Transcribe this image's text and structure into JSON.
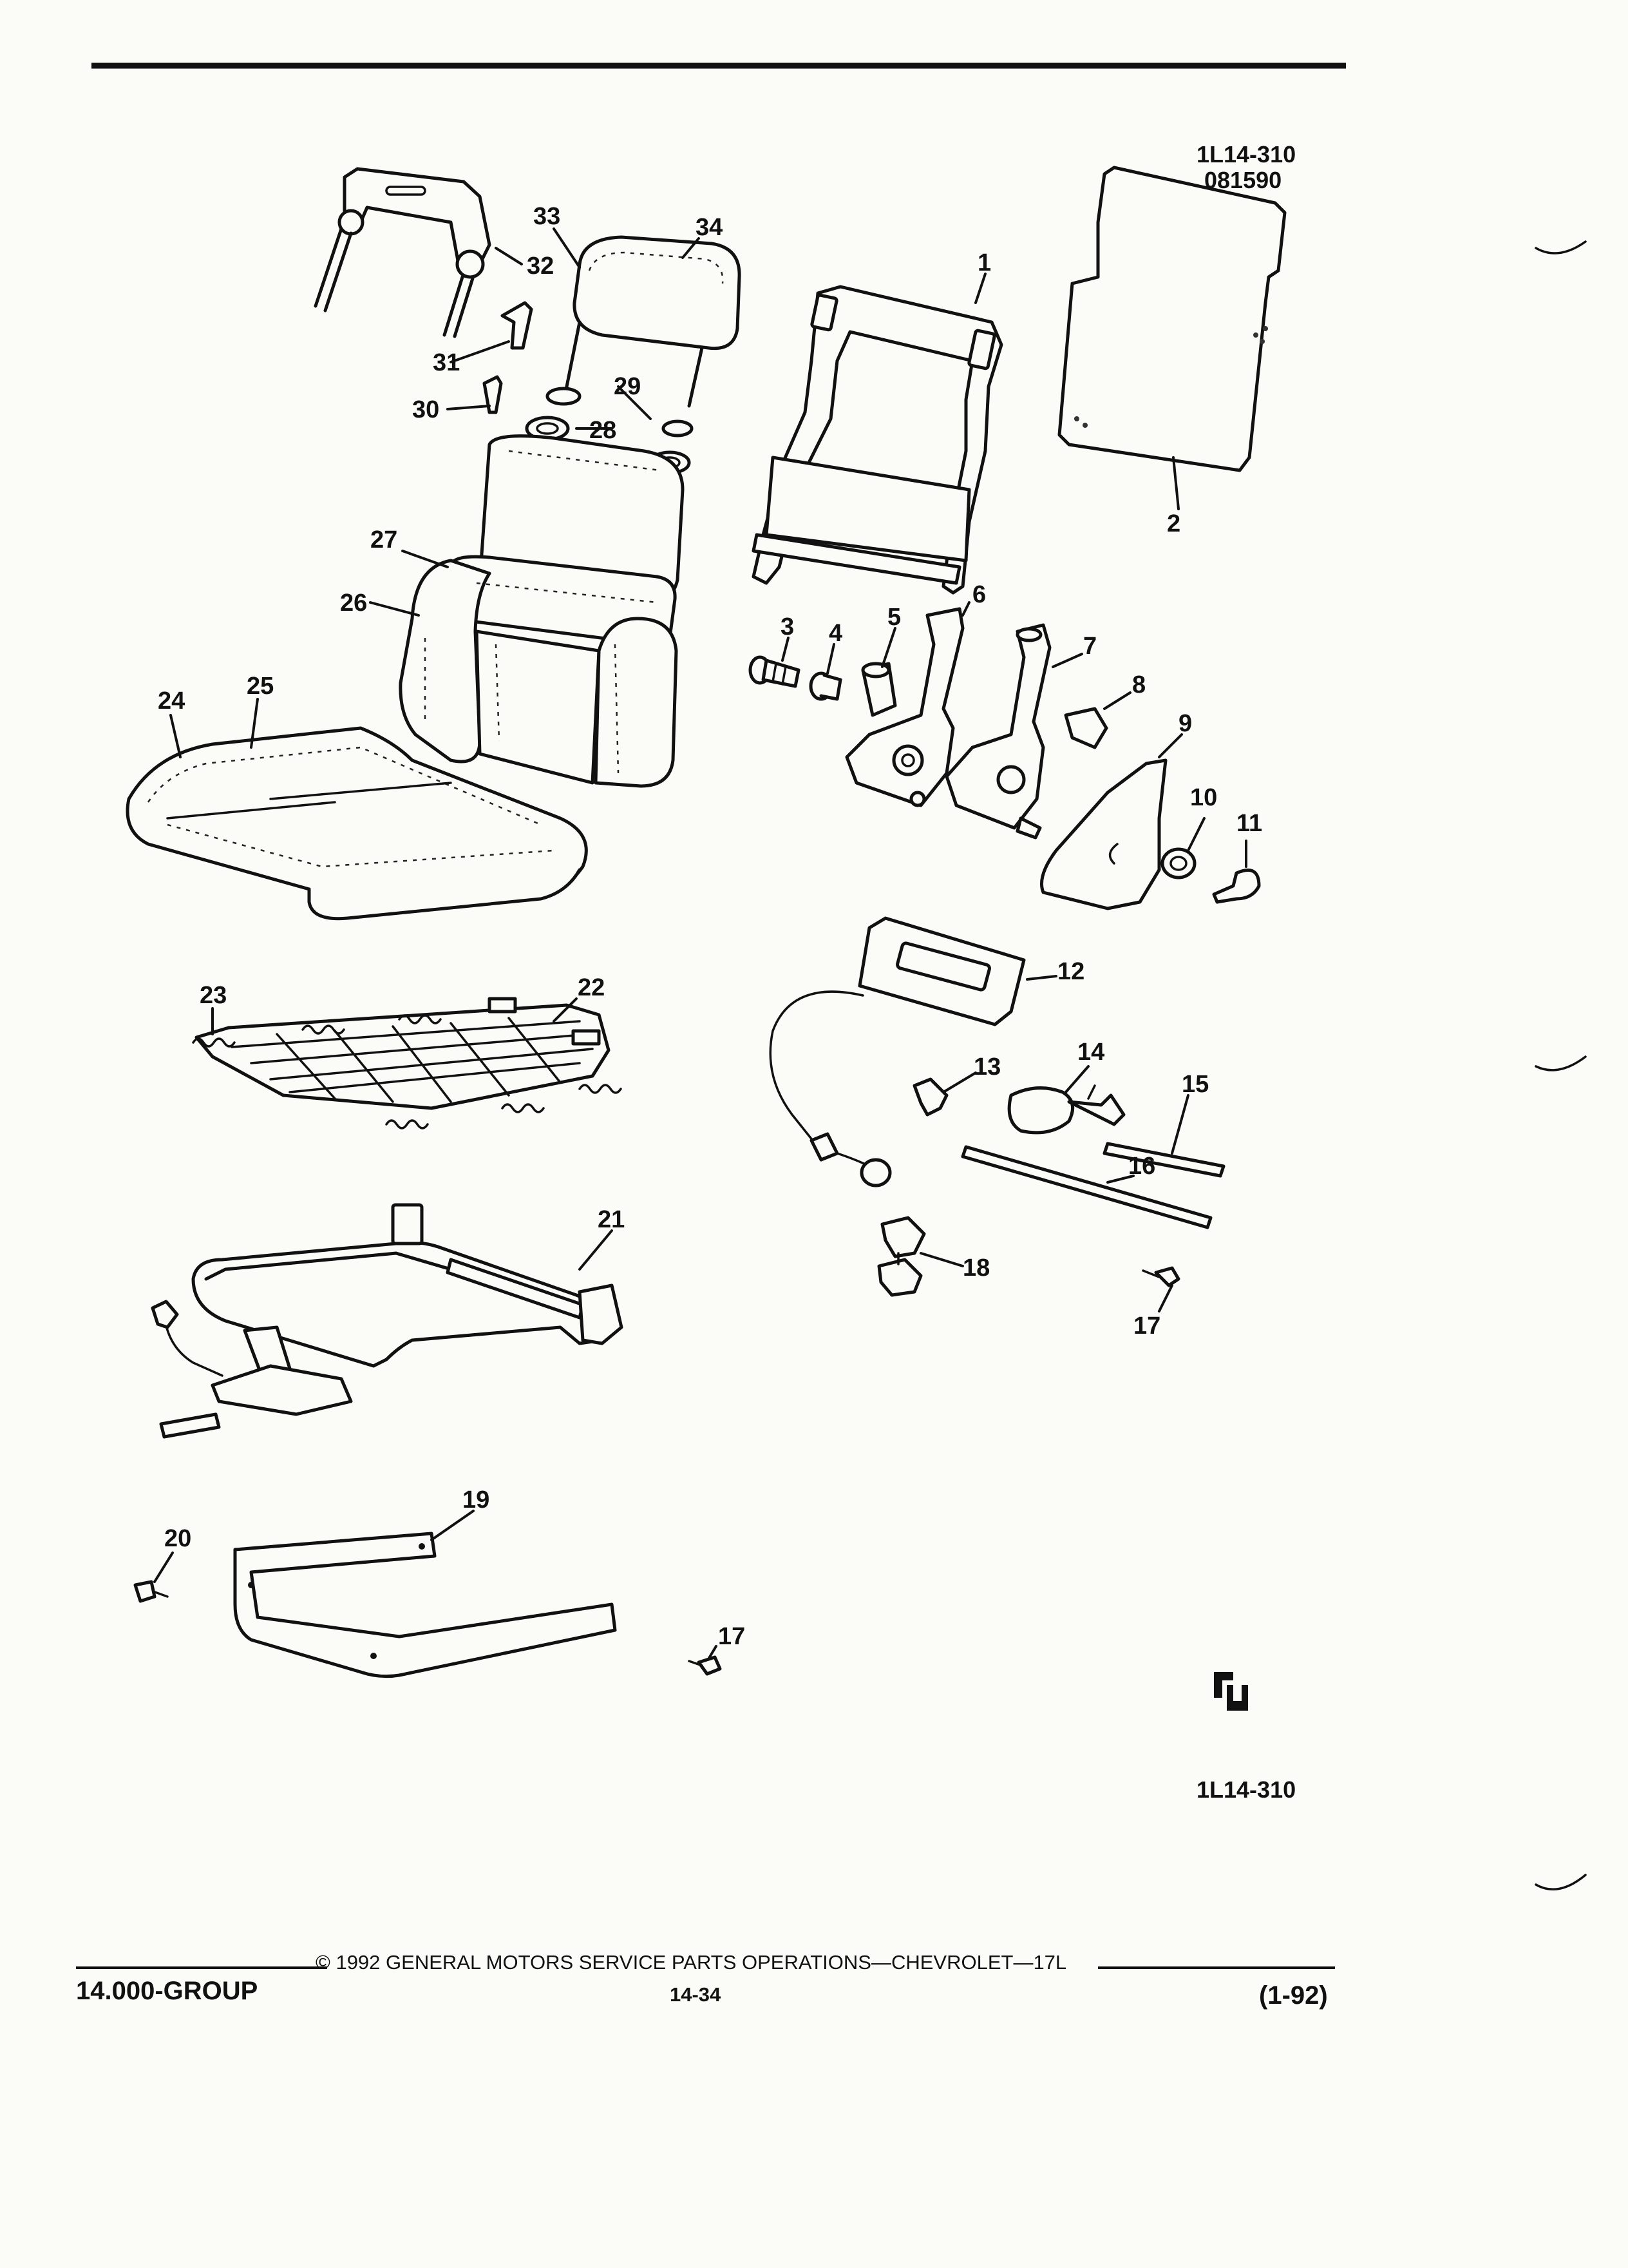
{
  "diagram": {
    "ref_code_top": "1L14-310",
    "ref_date": "081590",
    "ref_code_bottom": "1L14-310",
    "logo": "cu-logo",
    "callouts": [
      "1",
      "2",
      "3",
      "4",
      "5",
      "6",
      "7",
      "8",
      "9",
      "10",
      "11",
      "12",
      "13",
      "14",
      "15",
      "16",
      "17",
      "17",
      "18",
      "19",
      "20",
      "21",
      "22",
      "23",
      "24",
      "25",
      "26",
      "27",
      "28",
      "29",
      "30",
      "31",
      "32",
      "33",
      "34"
    ]
  },
  "footer": {
    "copyright": "© 1992 GENERAL MOTORS SERVICE PARTS OPERATIONS—CHEVROLET—17L",
    "group": "14.000-GROUP",
    "page_number": "14-34",
    "revision": "(1-92)"
  }
}
